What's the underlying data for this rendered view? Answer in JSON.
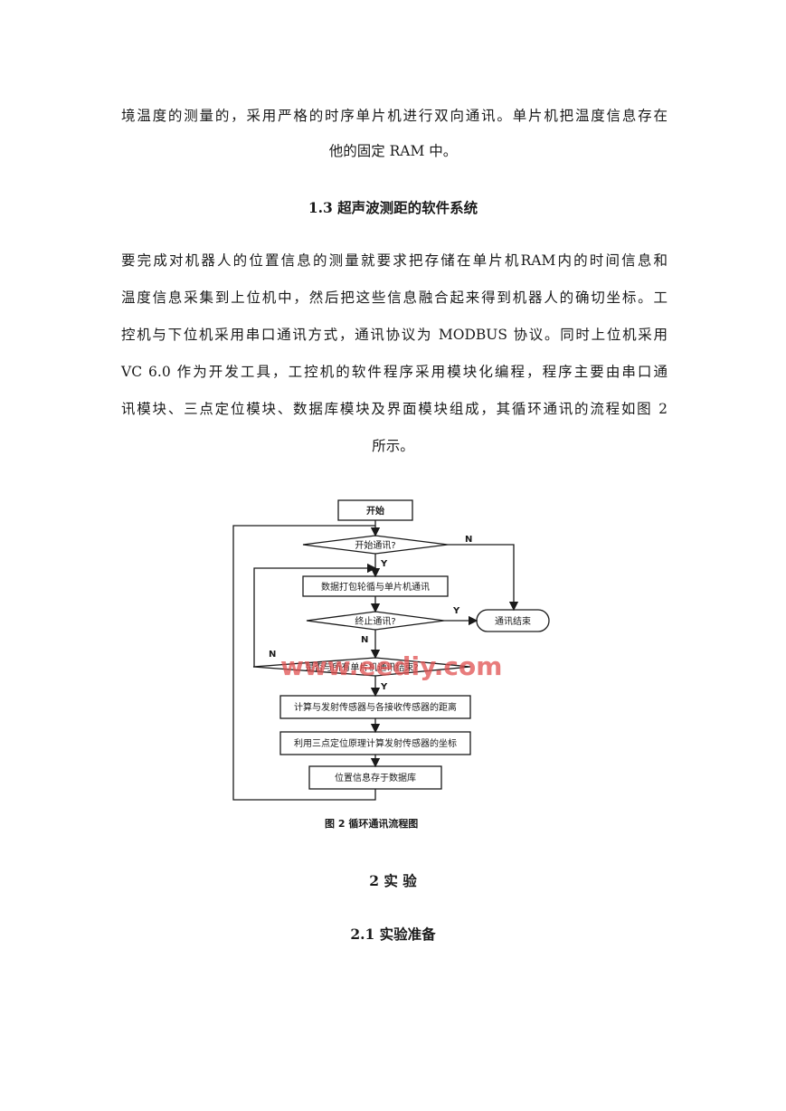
{
  "paragraph_1": {
    "line_1": "境温度的测量的，采用严格的时序单片机进行双向通讯。单片机把温度信息存在",
    "line_2": "他的固定 RAM 中。"
  },
  "section_1_3": {
    "title": "1.3  超声波测距的软件系统"
  },
  "paragraph_2": {
    "lines": [
      "要完成对机器人的位置信息的测量就要求把存储在单片机RAM内的时间信息和",
      "温度信息采集到上位机中，然后把这些信息融合起来得到机器人的确切坐标。工",
      "控机与下位机采用串口通讯方式，通讯协议为 MODBUS 协议。同时上位机采用",
      "VC  6.0 作为开发工具，工控机的软件程序采用模块化编程，程序主要由串口通",
      "讯模块、三点定位模块、数据库模块及界面模块组成，其循环通讯的流程如图 2",
      "所示。"
    ]
  },
  "figure_2": {
    "nodes": {
      "start": "开始",
      "begin_comm": "开始通讯?",
      "poll": "数据打包轮循与单片机通讯",
      "stop_comm": "终止通讯?",
      "end_comm": "通讯结束",
      "all_done": "是否与所有单片机通讯结束?",
      "calc_dist": "计算与发射传感器与各接收传感器的距离",
      "calc_coord": "利用三点定位原理计算发射传感器的坐标",
      "save_db": "位置信息存于数据库"
    },
    "labels": {
      "yes": "Y",
      "no": "N"
    },
    "caption": "图 2   循环通讯流程图",
    "watermark": "www.eediy.com"
  },
  "section_2": {
    "title": "2 实 验"
  },
  "section_2_1": {
    "title": "2.1  实验准备"
  }
}
